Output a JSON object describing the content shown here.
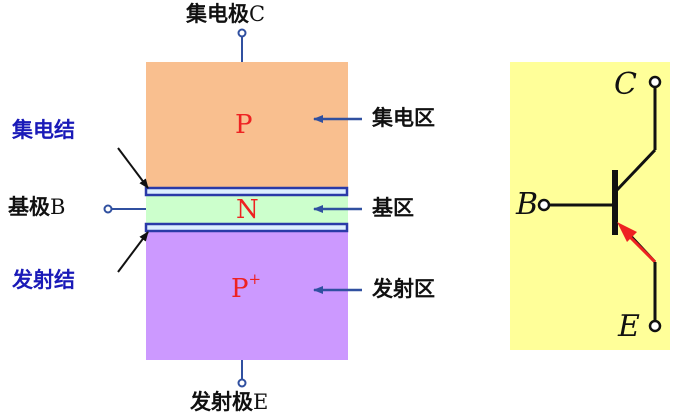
{
  "left_diagram": {
    "collector": {
      "label_cn": "集电极",
      "label_letter": "C"
    },
    "emitter": {
      "label_cn": "发射极",
      "label_letter": "E"
    },
    "base": {
      "label_cn": "基极",
      "label_letter": "B"
    },
    "regions": {
      "top": {
        "letter": "P",
        "name": "集电区",
        "color": "#f9bf8f"
      },
      "middle": {
        "letter": "N",
        "name": "基区",
        "color": "#ccffcc"
      },
      "bottom": {
        "letter": "P",
        "superscript": "+",
        "name": "发射区",
        "color": "#cc99ff"
      }
    },
    "junctions": {
      "collector_junction": "集电结",
      "emitter_junction": "发射结"
    },
    "accent_blue": "#3050a0",
    "letter_red": "#ee2222"
  },
  "right_symbol": {
    "background": "#ffff99",
    "terminals": {
      "collector": "C",
      "base": "B",
      "emitter": "E"
    },
    "arrow_color": "#ee2222"
  }
}
